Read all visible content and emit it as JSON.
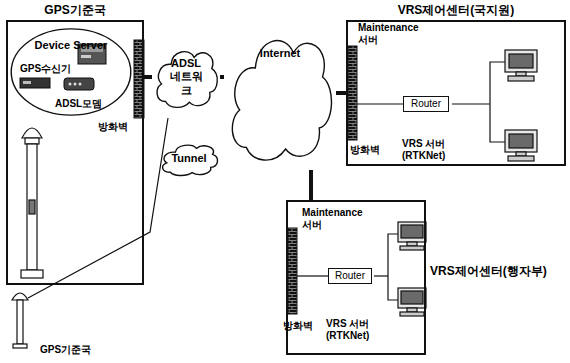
{
  "diagram": {
    "nodes": [
      {
        "text": [
          "GPS기준국"
        ]
      },
      {
        "text": [
          "Device Server"
        ],
        "in": 0
      },
      {
        "text": [
          "ADSL 네트워크"
        ]
      },
      {
        "text": [
          "Tunnel"
        ]
      },
      {
        "text": [
          "Internet"
        ]
      },
      {
        "text": [
          "VRS제어센터(국지원)"
        ]
      },
      {
        "text": [
          "Router"
        ],
        "in": 5
      },
      {
        "text": [
          "VRS제어센터(행자부)"
        ]
      },
      {
        "text": [
          "Router"
        ],
        "in": 7
      }
    ],
    "edges": [
      {
        "from": 0,
        "to": 2,
        "arrow": "none"
      },
      {
        "from": 2,
        "to": 4,
        "arrow": "none"
      },
      {
        "from": 4,
        "to": 5,
        "arrow": "none"
      },
      {
        "from": 4,
        "to": 7,
        "arrow": "none"
      }
    ],
    "labels": [
      "GPS수신기",
      "ADSL모뎀",
      "방화벽",
      "Maintenance 서버",
      "방화벽",
      "VRS 서버 (RTKNet)",
      "Maintenance 서버",
      "방화벽",
      "VRS 서버 (RTKNet)",
      "GPS기준국"
    ]
  }
}
